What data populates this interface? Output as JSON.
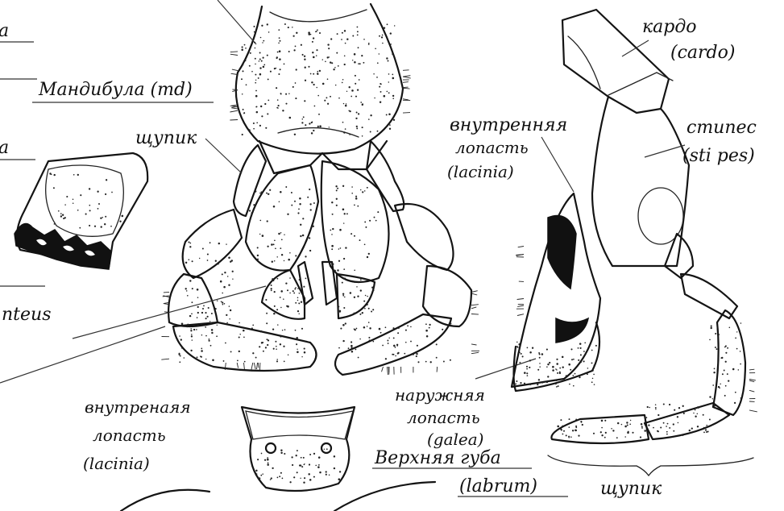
{
  "labels": {
    "top_left_a": "a",
    "mandible": "Мандибула (md)",
    "left_a2": "a",
    "palp_top": "щупик",
    "anteus": "nteus",
    "inner_lobe_bottom": [
      "внутренаяя",
      "лопасть",
      "(lacinia)"
    ],
    "cardo": [
      "кардо",
      "(cardo)"
    ],
    "inner_lobe_right": [
      "внутренняя",
      "лопасть",
      "(lacinia)"
    ],
    "stipes": [
      "стипес",
      "(sti pes)"
    ],
    "galea": [
      "наружняя",
      "лопасть",
      "(galea)"
    ],
    "labrum": [
      "Верхняя губа",
      "(labrum)"
    ],
    "palp_bottom": "щупик"
  },
  "colors": {
    "ink": "#141414",
    "paper": "#ffffff"
  }
}
